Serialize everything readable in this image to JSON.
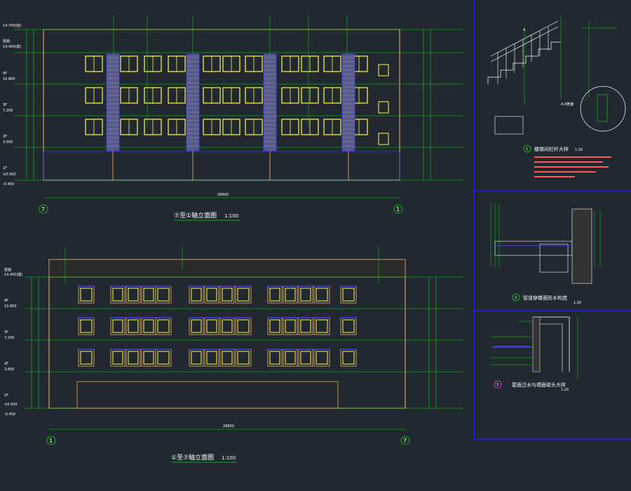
{
  "colors": {
    "background": "#212830",
    "frame": "#1c1cff",
    "grid_green": "#00e000",
    "outline_orange": "#ffb070",
    "window_yellow": "#ffff40",
    "panel_blue": "#3c3cff",
    "text_white": "#ffffff",
    "note_red": "#ff5a5a"
  },
  "elevation_top": {
    "title": "⑦至①轴立面图",
    "scale": "1:100",
    "axis_left": "7",
    "axis_right": "1",
    "total_dim": "28800",
    "floor_labels": [
      "屋面",
      "4F",
      "3F",
      "2F",
      "1F"
    ],
    "levels": [
      "14.700(结)",
      "14.400(建)",
      "10.800",
      "7.200",
      "3.600",
      "±0.000",
      "-0.450"
    ]
  },
  "elevation_bottom": {
    "title": "①至⑦轴立面图",
    "scale": "1:100",
    "axis_left": "1",
    "axis_right": "7",
    "total_dim": "28800",
    "floor_labels": [
      "屋面",
      "4F",
      "3F",
      "2F",
      "1F"
    ],
    "levels": [
      "14.400(建)",
      "10.800",
      "7.200",
      "3.600",
      "±0.000",
      "-0.450"
    ]
  },
  "detail_1": {
    "title": "楼梯间栏杆大样",
    "scale": "1:20",
    "index": "1",
    "section_mark": "A",
    "section_label": "A-A剖面"
  },
  "detail_2": {
    "title": "管道穿楼面防水构造",
    "scale": "1:20",
    "index": "2"
  },
  "detail_3": {
    "title": "屋面泛水与墙面收头大样",
    "scale": "1:20",
    "index": "3"
  }
}
